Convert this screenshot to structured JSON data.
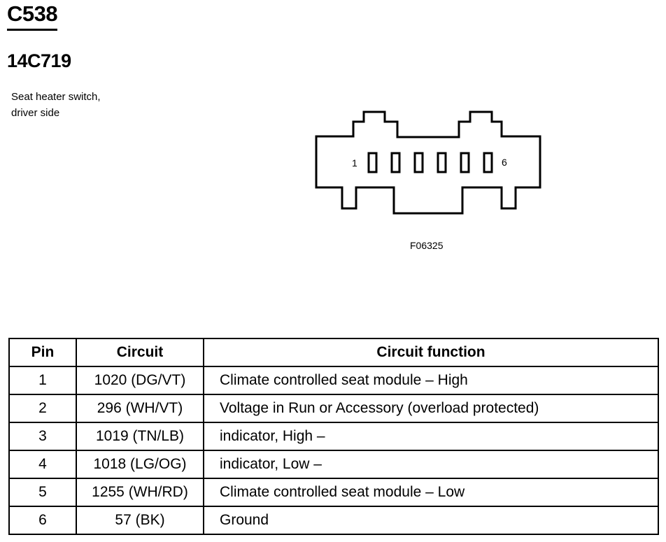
{
  "header": {
    "connector_id": "C538",
    "part_number": "14C719",
    "description_lines": [
      "Seat heater switch,",
      "driver side"
    ]
  },
  "connector_diagram": {
    "first_pin_label": "1",
    "last_pin_label": "6",
    "figure_code": "F06325"
  },
  "pin_table": {
    "headers": [
      "Pin",
      "Circuit",
      "Circuit function"
    ],
    "rows": [
      {
        "pin": "1",
        "circuit": "1020 (DG/VT)",
        "function": "Climate controlled seat module – High"
      },
      {
        "pin": "2",
        "circuit": "296 (WH/VT)",
        "function": "Voltage in Run or Accessory (overload protected)"
      },
      {
        "pin": "3",
        "circuit": "1019 (TN/LB)",
        "function": "indicator, High –"
      },
      {
        "pin": "4",
        "circuit": "1018 (LG/OG)",
        "function": "indicator, Low –"
      },
      {
        "pin": "5",
        "circuit": "1255 (WH/RD)",
        "function": "Climate controlled seat module – Low"
      },
      {
        "pin": "6",
        "circuit": "57 (BK)",
        "function": "Ground"
      }
    ]
  }
}
